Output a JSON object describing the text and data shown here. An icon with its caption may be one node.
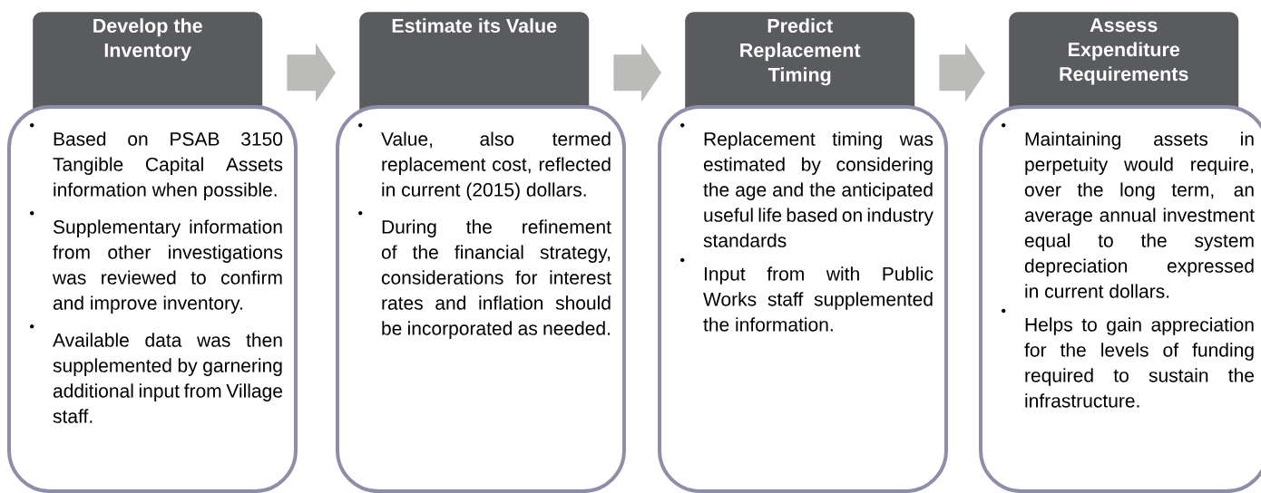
{
  "diagram": {
    "nodes": [
      {
        "text": [
          "Develop the Inventory"
        ]
      },
      {
        "text": [
          "Based on PSAB 3150 Tangible Capital Assets information when possible.",
          "Supplementary information from other investigations was reviewed to confirm and improve inventory.",
          "Available data was then supplemented by garnering additional input from Village staff."
        ]
      },
      {
        "text": [
          "Estimate its Value"
        ]
      },
      {
        "text": [
          "Value, also termed replacement cost, reflected in current (2015) dollars.",
          "During the refinement of the financial strategy, considerations for interest rates and inflation should be incorporated as needed."
        ]
      },
      {
        "text": [
          "Predict Replacement Timing"
        ]
      },
      {
        "text": [
          "Replacement timing was estimated by considering the age and the anticipated useful life based on industry standards",
          "Input from with Public Works staff supplemented the information."
        ]
      },
      {
        "text": [
          "Assess Expenditure Requirements"
        ]
      },
      {
        "text": [
          "Maintaining assets in perpetuity would require, over the long term, an average annual investment equal to the system depreciation expressed in current dollars.",
          "Helps to gain appreciation for the levels of funding required to sustain the infrastructure."
        ]
      }
    ],
    "edges": [
      {
        "from": 0,
        "to": 2,
        "arrow": "to"
      },
      {
        "from": 2,
        "to": 4,
        "arrow": "to"
      },
      {
        "from": 4,
        "to": 6,
        "arrow": "to"
      }
    ]
  }
}
